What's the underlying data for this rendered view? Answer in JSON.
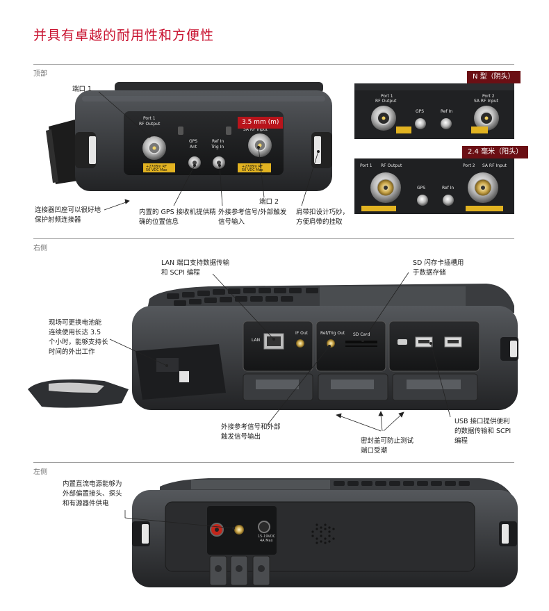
{
  "page": {
    "title": "并具有卓越的耐用性和方便性",
    "colors": {
      "accent": "#c8102e",
      "tag_red": "#b8141b",
      "tag_dark": "#6b0f14",
      "device_body": "#3d3f42"
    }
  },
  "top": {
    "section_label": "顶部",
    "port1_label": "端口 1",
    "port2_label": "端口 2",
    "tag_35mm": "3.5 mm (m)",
    "caption_connector": "连接器凹座可以很好地\n保护射频连接器",
    "caption_gps": "内置的 GPS 接收机提供精\n确的位置信息",
    "caption_ref": "外接参考信号/外部触发\n信号输入",
    "caption_strap": "肩带扣设计巧妙，\n方便肩带的挂取",
    "tag_n_type": "N 型（阴头）",
    "tag_24mm": "2.4 毫米（阳头）",
    "panel_text": {
      "port1": "Port 1",
      "rf_output": "RF Output",
      "port2": "Port 2",
      "sa_rf_input": "SA RF Input",
      "gps": "GPS",
      "ant": "Ant",
      "ref_in": "Ref In",
      "trig_in": "Trig In",
      "warn_a": "+27dBm RF",
      "warn_b": "50 VDC Max"
    }
  },
  "right": {
    "section_label": "右侧",
    "caption_lan": "LAN 端口支持数据传输\n和 SCPI 编程",
    "caption_sd": "SD 闪存卡插槽用\n于数据存储",
    "caption_battery": "现场可更换电池能\n连续使用长达 3.5\n个小时，能够支持长\n时间的外出工作",
    "caption_ref_out": "外接参考信号和外部\n触发信号输出",
    "caption_usb": "USB 接口提供便利\n的数据传输和 SCPI\n编程",
    "caption_seal": "密封盖可防止测试\n端口受潮",
    "panel_text": {
      "lan": "LAN",
      "if_out": "IF Out",
      "ref_trig_out": "Ref/Trig Out",
      "sd_card": "SD Card"
    }
  },
  "left": {
    "section_label": "左侧",
    "caption_dc": "内置直流电源能够为\n外部偏置接头、探头\n和有源器件供电",
    "panel_text": {
      "dc_a": "15-19VDC",
      "dc_b": "4A Max"
    }
  }
}
